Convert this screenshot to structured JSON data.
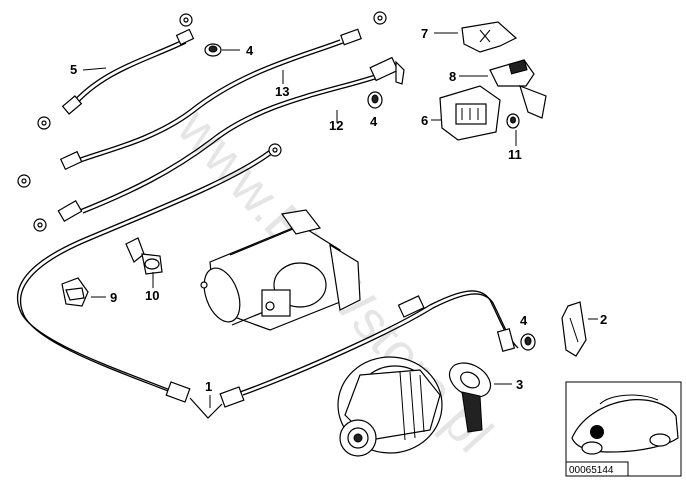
{
  "watermark": "www.BMWstore.pl",
  "callouts": [
    "1",
    "2",
    "3",
    "4",
    "4",
    "4",
    "5",
    "6",
    "7",
    "8",
    "9",
    "10",
    "11",
    "12",
    "13"
  ],
  "reference_number": "00065144"
}
